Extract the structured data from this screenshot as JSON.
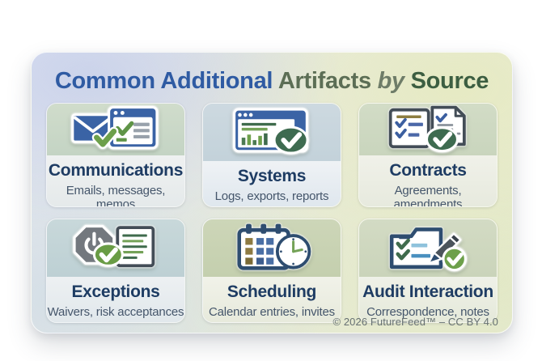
{
  "title": {
    "part1": "Common Additional",
    "part2": "Artifacts",
    "part3": "by",
    "part4": "Source"
  },
  "tiles": [
    {
      "label": "Communications",
      "sublabel": "Emails, messages, memos",
      "icon": "email-checklist-window-icon"
    },
    {
      "label": "Systems",
      "sublabel": "Logs, exports, reports",
      "icon": "browser-chart-check-icon"
    },
    {
      "label": "Contracts",
      "sublabel": "Agreements, amendments",
      "icon": "contract-documents-check-icon"
    },
    {
      "label": "Exceptions",
      "sublabel": "Waivers, risk acceptances",
      "icon": "power-octagon-document-check-icon"
    },
    {
      "label": "Scheduling",
      "sublabel": "Calendar entries, invites",
      "icon": "calendar-clock-icon"
    },
    {
      "label": "Audit Interaction",
      "sublabel": "Correspondence, notes",
      "icon": "clipboard-pencil-check-icon"
    }
  ],
  "footer": {
    "credit": "© 2026 FutureFeed™ – CC BY 4.0"
  },
  "colors": {
    "title_blue": "#2f5ba3",
    "title_olive": "#5c6e55",
    "title_green": "#3c5e41",
    "heading_navy": "#1e3c63",
    "subtitle_slate": "#45566b",
    "icon_blue": "#3a63a5",
    "icon_navy": "#2e4d70",
    "check_green": "#6da04b",
    "dark_green_badge": "#3e6b50",
    "doc_charcoal": "#434d57",
    "octagon_gray": "#73787e",
    "olive_accent": "#8d7a42",
    "footer_gray": "#667072"
  }
}
